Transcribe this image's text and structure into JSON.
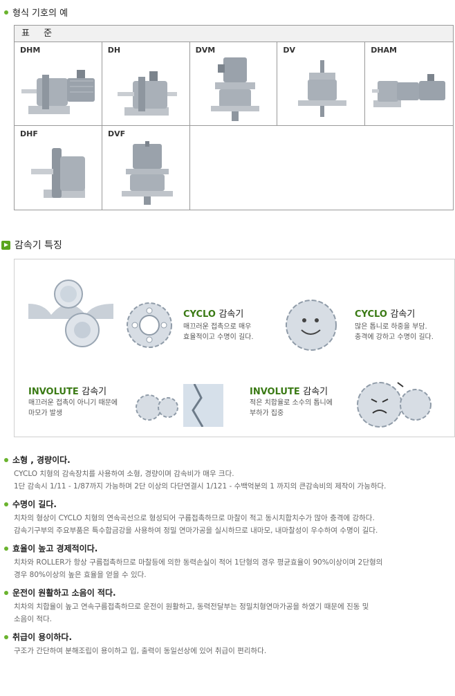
{
  "section1": {
    "title": "형식 기호의 예",
    "table_header": "표 준",
    "types": [
      {
        "label": "DHM",
        "icon": "horizontal-motor-reducer"
      },
      {
        "label": "DH",
        "icon": "horizontal-reducer"
      },
      {
        "label": "DVM",
        "icon": "vertical-motor-reducer"
      },
      {
        "label": "DV",
        "icon": "vertical-reducer"
      },
      {
        "label": "DHAM",
        "icon": "horizontal-double-reducer"
      },
      {
        "label": "DHF",
        "icon": "flange-reducer"
      },
      {
        "label": "DVF",
        "icon": "vertical-flange-reducer"
      }
    ]
  },
  "section2": {
    "title": "감속기 특징",
    "panels": [
      {
        "title_en": "CYCLO",
        "title_ko": "감속기",
        "desc": [
          "매끄러운 접촉으로 매우",
          "효율적이고 수명이 길다."
        ]
      },
      {
        "title_en": "CYCLO",
        "title_ko": "감속기",
        "desc": [
          "많은 톱니로 하중을 부담.",
          "충격에 강하고 수명이 길다."
        ]
      },
      {
        "title_en": "INVOLUTE",
        "title_ko": "감속기",
        "desc": [
          "매끄러운 접촉이 아니기 때문에",
          "마모가 발생"
        ]
      },
      {
        "title_en": "INVOLUTE",
        "title_ko": "감속기",
        "desc": [
          "적은 치합율로 소수의 톱니에",
          "부하가 집중"
        ]
      }
    ]
  },
  "features": [
    {
      "title": "소형 , 경량이다.",
      "lines": [
        "CYCLO 치형의 감속장치를 사용하여 소형, 경량이며 감속비가 매우 크다.",
        "1단 감속시 1/11 - 1/87까지 가능하며 2단 이상의 다단연결시 1/121 - 수백억분의 1 까지의 큰감속비의 제작이 가능하다."
      ]
    },
    {
      "title": "수명이 길다.",
      "lines": [
        "치차의 형상이 CYCLO 치형의 연속곡선으로 형성되어 구름접촉하므로 마찰이 적고 동시치합치수가 많아 충격에 강하다.",
        "감속기구부의 주요부품은 특수합금강을 사용하여 정밀 연마가공을 실시하므로 내마모, 내마찰성이 우수하여 수명이 길다."
      ]
    },
    {
      "title": "효율이 높고 경제적이다.",
      "lines": [
        "치차와 ROLLER가 항상 구름접촉하므로 마찰등에 의한 동력손실이 적어 1단형의 경우 평균효율이 90%이상이며 2단형의",
        "경우 80%이상의 높은 효율을 얻을 수 있다."
      ]
    },
    {
      "title": "운전이 원활하고 소음이 적다.",
      "lines": [
        "치차의 치합율이 높고 연속구름접촉하므로 운전이 원활하고, 동력전달부는 정밀치형연마가공을 하였기 때문에 진동 및",
        "소음이 적다."
      ]
    },
    {
      "title": "취급이 용이하다.",
      "lines": [
        "구조가 간단하여 분해조립이 용이하고 입, 출력이 동일선상에 있어 취급이 편리하다."
      ]
    }
  ]
}
